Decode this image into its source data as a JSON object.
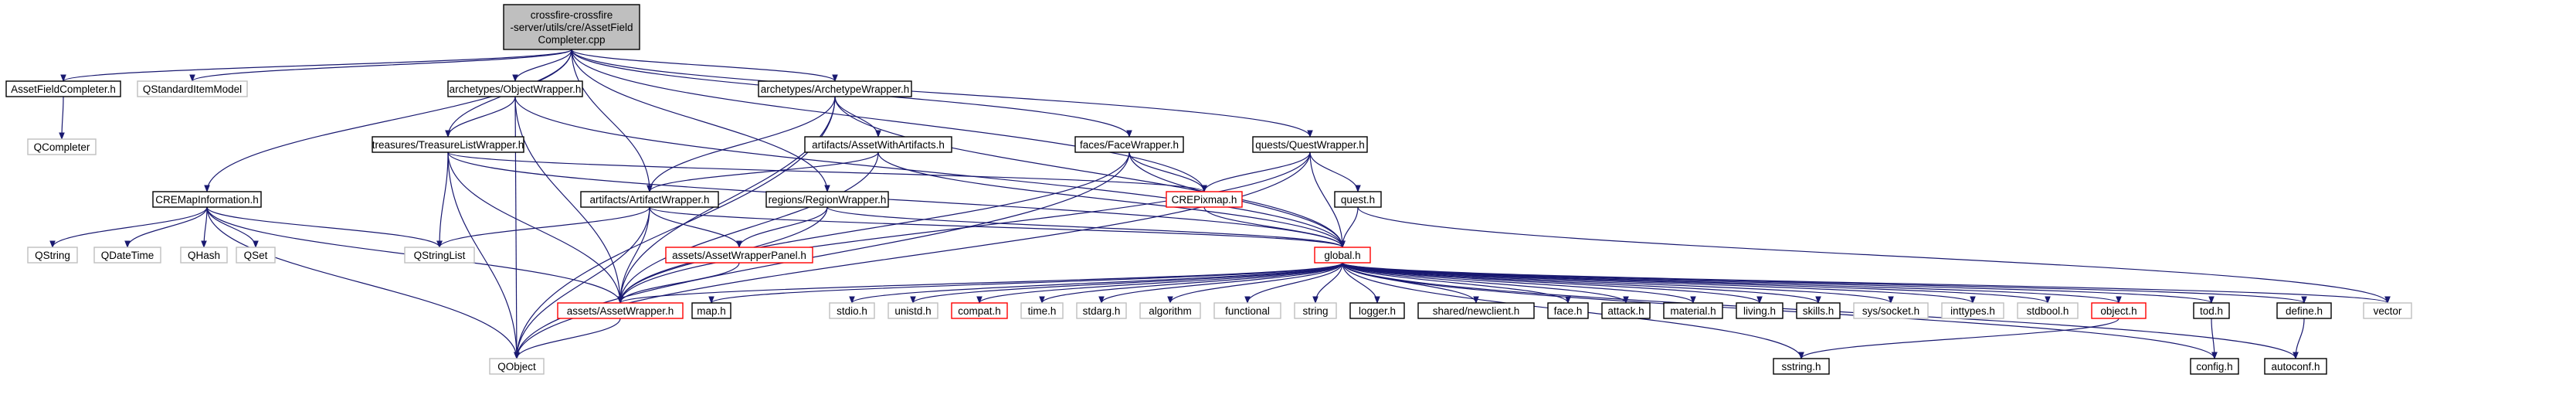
{
  "graph": {
    "nodes": [
      {
        "id": "root",
        "lines": [
          "crossfire-crossfire",
          "-server/utils/cre/AssetField",
          "Completer.cpp"
        ],
        "style": "root"
      },
      {
        "id": "afc",
        "lines": [
          "AssetFieldCompleter.h"
        ],
        "style": "normal"
      },
      {
        "id": "qsim",
        "lines": [
          "QStandardItemModel"
        ],
        "style": "external"
      },
      {
        "id": "qcompleter",
        "lines": [
          "QCompleter"
        ],
        "style": "external"
      },
      {
        "id": "objwrap",
        "lines": [
          "archetypes/ObjectWrapper.h"
        ],
        "style": "normal"
      },
      {
        "id": "archwrap",
        "lines": [
          "archetypes/ArchetypeWrapper.h"
        ],
        "style": "normal"
      },
      {
        "id": "treasure",
        "lines": [
          "treasures/TreasureListWrapper.h"
        ],
        "style": "normal"
      },
      {
        "id": "awa",
        "lines": [
          "artifacts/AssetWithArtifacts.h"
        ],
        "style": "normal"
      },
      {
        "id": "facewrap",
        "lines": [
          "faces/FaceWrapper.h"
        ],
        "style": "normal"
      },
      {
        "id": "questwrap",
        "lines": [
          "quests/QuestWrapper.h"
        ],
        "style": "normal"
      },
      {
        "id": "cremap",
        "lines": [
          "CREMapInformation.h"
        ],
        "style": "normal"
      },
      {
        "id": "artwrap",
        "lines": [
          "artifacts/ArtifactWrapper.h"
        ],
        "style": "normal"
      },
      {
        "id": "regwrap",
        "lines": [
          "regions/RegionWrapper.h"
        ],
        "style": "normal"
      },
      {
        "id": "crepix",
        "lines": [
          "CREPixmap.h"
        ],
        "style": "red"
      },
      {
        "id": "questh",
        "lines": [
          "quest.h"
        ],
        "style": "normal"
      },
      {
        "id": "awpanel",
        "lines": [
          "assets/AssetWrapperPanel.h"
        ],
        "style": "red"
      },
      {
        "id": "global",
        "lines": [
          "global.h"
        ],
        "style": "red"
      },
      {
        "id": "qstring",
        "lines": [
          "QString"
        ],
        "style": "external"
      },
      {
        "id": "qdatetime",
        "lines": [
          "QDateTime"
        ],
        "style": "external"
      },
      {
        "id": "qhash",
        "lines": [
          "QHash"
        ],
        "style": "external"
      },
      {
        "id": "qset",
        "lines": [
          "QSet"
        ],
        "style": "external"
      },
      {
        "id": "qstringlist",
        "lines": [
          "QStringList"
        ],
        "style": "external"
      },
      {
        "id": "assetwrap",
        "lines": [
          "assets/AssetWrapper.h"
        ],
        "style": "red"
      },
      {
        "id": "maph",
        "lines": [
          "map.h"
        ],
        "style": "normal"
      },
      {
        "id": "stdio",
        "lines": [
          "stdio.h"
        ],
        "style": "external"
      },
      {
        "id": "unistd",
        "lines": [
          "unistd.h"
        ],
        "style": "external"
      },
      {
        "id": "compat",
        "lines": [
          "compat.h"
        ],
        "style": "red"
      },
      {
        "id": "timeh",
        "lines": [
          "time.h"
        ],
        "style": "external"
      },
      {
        "id": "stdarg",
        "lines": [
          "stdarg.h"
        ],
        "style": "external"
      },
      {
        "id": "algorithm",
        "lines": [
          "algorithm"
        ],
        "style": "external"
      },
      {
        "id": "functional",
        "lines": [
          "functional"
        ],
        "style": "external"
      },
      {
        "id": "string",
        "lines": [
          "string"
        ],
        "style": "external"
      },
      {
        "id": "logger",
        "lines": [
          "logger.h"
        ],
        "style": "normal"
      },
      {
        "id": "newclient",
        "lines": [
          "shared/newclient.h"
        ],
        "style": "normal"
      },
      {
        "id": "face",
        "lines": [
          "face.h"
        ],
        "style": "normal"
      },
      {
        "id": "attack",
        "lines": [
          "attack.h"
        ],
        "style": "normal"
      },
      {
        "id": "material",
        "lines": [
          "material.h"
        ],
        "style": "normal"
      },
      {
        "id": "living",
        "lines": [
          "living.h"
        ],
        "style": "normal"
      },
      {
        "id": "skills",
        "lines": [
          "skills.h"
        ],
        "style": "normal"
      },
      {
        "id": "socket",
        "lines": [
          "sys/socket.h"
        ],
        "style": "external"
      },
      {
        "id": "inttypes",
        "lines": [
          "inttypes.h"
        ],
        "style": "external"
      },
      {
        "id": "stdbool",
        "lines": [
          "stdbool.h"
        ],
        "style": "external"
      },
      {
        "id": "objecth",
        "lines": [
          "object.h"
        ],
        "style": "red"
      },
      {
        "id": "tod",
        "lines": [
          "tod.h"
        ],
        "style": "normal"
      },
      {
        "id": "define",
        "lines": [
          "define.h"
        ],
        "style": "normal"
      },
      {
        "id": "vector",
        "lines": [
          "vector"
        ],
        "style": "external"
      },
      {
        "id": "qobject",
        "lines": [
          "QObject"
        ],
        "style": "external"
      },
      {
        "id": "sstring",
        "lines": [
          "sstring.h"
        ],
        "style": "normal"
      },
      {
        "id": "config",
        "lines": [
          "config.h"
        ],
        "style": "normal"
      },
      {
        "id": "autoconf",
        "lines": [
          "autoconf.h"
        ],
        "style": "normal"
      }
    ],
    "edges": [
      [
        "root",
        "afc"
      ],
      [
        "root",
        "qsim"
      ],
      [
        "root",
        "objwrap"
      ],
      [
        "root",
        "archwrap"
      ],
      [
        "root",
        "treasure"
      ],
      [
        "root",
        "facewrap"
      ],
      [
        "root",
        "questwrap"
      ],
      [
        "root",
        "cremap"
      ],
      [
        "root",
        "artwrap"
      ],
      [
        "root",
        "regwrap"
      ],
      [
        "root",
        "crepix"
      ],
      [
        "afc",
        "qcompleter"
      ],
      [
        "objwrap",
        "treasure"
      ],
      [
        "objwrap",
        "global"
      ],
      [
        "objwrap",
        "assetwrap"
      ],
      [
        "objwrap",
        "qobject"
      ],
      [
        "archwrap",
        "awa"
      ],
      [
        "archwrap",
        "artwrap"
      ],
      [
        "archwrap",
        "global"
      ],
      [
        "archwrap",
        "assetwrap"
      ],
      [
        "archwrap",
        "qobject"
      ],
      [
        "treasure",
        "crepix"
      ],
      [
        "treasure",
        "qstringlist"
      ],
      [
        "treasure",
        "assetwrap"
      ],
      [
        "treasure",
        "qobject"
      ],
      [
        "treasure",
        "global"
      ],
      [
        "awa",
        "artwrap"
      ],
      [
        "awa",
        "global"
      ],
      [
        "awa",
        "assetwrap"
      ],
      [
        "facewrap",
        "crepix"
      ],
      [
        "facewrap",
        "global"
      ],
      [
        "facewrap",
        "assetwrap"
      ],
      [
        "facewrap",
        "qobject"
      ],
      [
        "questwrap",
        "crepix"
      ],
      [
        "questwrap",
        "questh"
      ],
      [
        "questwrap",
        "global"
      ],
      [
        "questwrap",
        "assetwrap"
      ],
      [
        "questwrap",
        "qobject"
      ],
      [
        "cremap",
        "qstring"
      ],
      [
        "cremap",
        "qdatetime"
      ],
      [
        "cremap",
        "qhash"
      ],
      [
        "cremap",
        "qset"
      ],
      [
        "cremap",
        "qstringlist"
      ],
      [
        "cremap",
        "assetwrap"
      ],
      [
        "cremap",
        "qobject"
      ],
      [
        "artwrap",
        "qstringlist"
      ],
      [
        "artwrap",
        "awpanel"
      ],
      [
        "artwrap",
        "assetwrap"
      ],
      [
        "artwrap",
        "qobject"
      ],
      [
        "artwrap",
        "global"
      ],
      [
        "regwrap",
        "awpanel"
      ],
      [
        "regwrap",
        "global"
      ],
      [
        "regwrap",
        "assetwrap"
      ],
      [
        "crepix",
        "global"
      ],
      [
        "questh",
        "global"
      ],
      [
        "questh",
        "vector"
      ],
      [
        "awpanel",
        "assetwrap"
      ],
      [
        "assetwrap",
        "qobject"
      ],
      [
        "global",
        "maph"
      ],
      [
        "global",
        "stdio"
      ],
      [
        "global",
        "unistd"
      ],
      [
        "global",
        "compat"
      ],
      [
        "global",
        "timeh"
      ],
      [
        "global",
        "stdarg"
      ],
      [
        "global",
        "algorithm"
      ],
      [
        "global",
        "functional"
      ],
      [
        "global",
        "string"
      ],
      [
        "global",
        "logger"
      ],
      [
        "global",
        "newclient"
      ],
      [
        "global",
        "face"
      ],
      [
        "global",
        "attack"
      ],
      [
        "global",
        "material"
      ],
      [
        "global",
        "living"
      ],
      [
        "global",
        "skills"
      ],
      [
        "global",
        "socket"
      ],
      [
        "global",
        "inttypes"
      ],
      [
        "global",
        "stdbool"
      ],
      [
        "global",
        "objecth"
      ],
      [
        "global",
        "tod"
      ],
      [
        "global",
        "define"
      ],
      [
        "global",
        "vector"
      ],
      [
        "global",
        "sstring"
      ],
      [
        "global",
        "config"
      ],
      [
        "global",
        "autoconf"
      ],
      [
        "global",
        "assetwrap"
      ],
      [
        "objecth",
        "sstring"
      ],
      [
        "tod",
        "config"
      ],
      [
        "define",
        "autoconf"
      ]
    ]
  }
}
